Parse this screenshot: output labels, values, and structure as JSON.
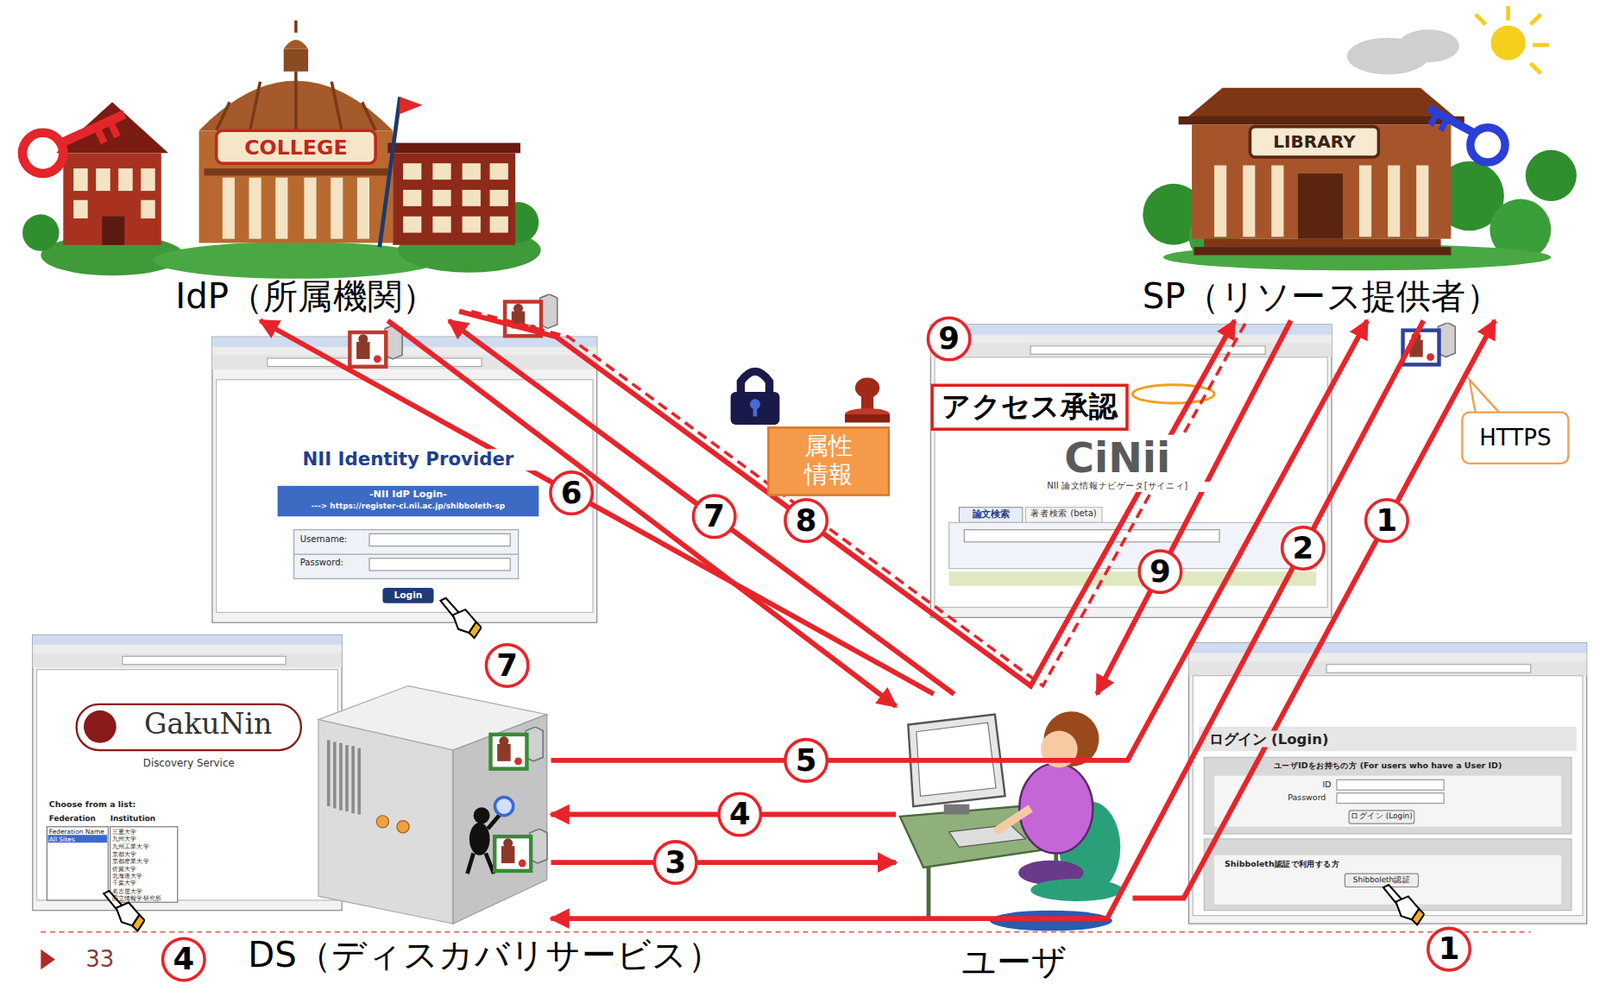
{
  "diagram": {
    "nodes": [
      {
        "text": [
          "IdP（所属機関）"
        ]
      },
      {
        "text": [
          "SP（リソース提供者）"
        ]
      },
      {
        "text": [
          "アクセス承認"
        ]
      },
      {
        "text": [
          "属性 情報"
        ]
      },
      {
        "text": [
          "HTTPS"
        ]
      },
      {
        "text": [
          "DS（ディスカバリサービス）"
        ]
      },
      {
        "text": [
          "ユーザ"
        ]
      }
    ],
    "edges": [
      {
        "from": 6,
        "to": 1,
        "arrow": "to",
        "label": "1"
      },
      {
        "from": 1,
        "to": 5,
        "arrow": "to",
        "label": "2"
      },
      {
        "from": 5,
        "to": 6,
        "arrow": "to",
        "label": "3"
      },
      {
        "from": 6,
        "to": 5,
        "arrow": "to",
        "label": "4"
      },
      {
        "from": 5,
        "to": 1,
        "arrow": "to",
        "label": "5"
      },
      {
        "from": 6,
        "to": 0,
        "arrow": "to",
        "label": "6"
      },
      {
        "from": 0,
        "to": 6,
        "arrow": "to"
      },
      {
        "from": 6,
        "to": 0,
        "arrow": "to",
        "label": "7"
      },
      {
        "from": 0,
        "to": 1,
        "arrow": "to",
        "label": "8"
      },
      {
        "from": 1,
        "to": 6,
        "arrow": "to",
        "label": "9"
      }
    ],
    "labels": [
      "COLLEGE",
      "LIBRARY",
      "9",
      "NII Identity Provider",
      "-NII IdP Login-",
      "---> https://register-ci.nii.ac.jp/shibboleth-sp",
      "Username:",
      "Password:",
      "Login",
      "CiNii",
      "NII 論文情報ナビゲータ[サイニィ]",
      "論文検索",
      "著者検索 (beta)",
      "7",
      "GakuNin",
      "Discovery Service",
      "Choose from a list:",
      "Federation",
      "Institution",
      "Federation Name",
      "All Sites",
      "三重大学",
      "九州大学",
      "九州工業大学",
      "京都大学",
      "京都産業大学",
      "佐賀大学",
      "北海道大学",
      "千葉大学",
      "名古屋大学",
      "国立情報学研究所",
      "ログイン (Login)",
      "ユーザIDをお持ちの方 (For users who have a User ID)",
      "ID",
      "Password",
      "ログイン (Login)",
      "Shibboleth認証で利用する方",
      "Shibboleth認証",
      "4",
      "1",
      "33"
    ]
  }
}
